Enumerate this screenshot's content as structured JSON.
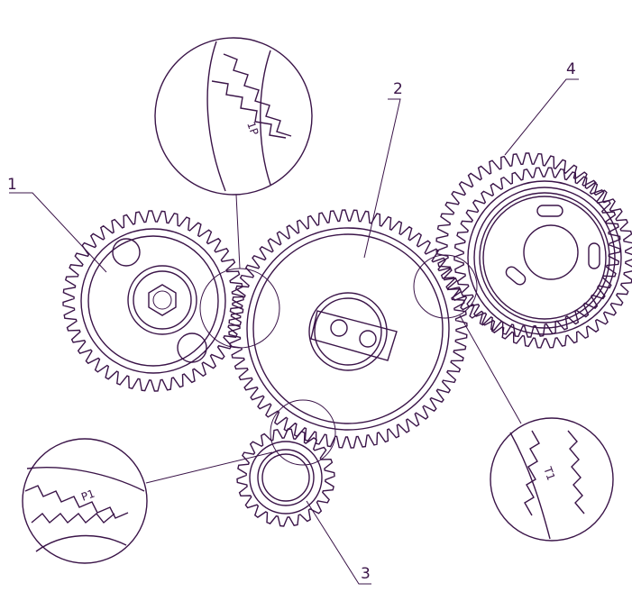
{
  "callouts": [
    {
      "id": "gear-1",
      "label": "1"
    },
    {
      "id": "gear-2",
      "label": "2"
    },
    {
      "id": "gear-3",
      "label": "3"
    },
    {
      "id": "gear-4",
      "label": "4"
    }
  ],
  "marks": {
    "detail_top": "1P",
    "detail_bottom_left": "P1",
    "detail_bottom_right": "T1"
  },
  "colors": {
    "ink": "#3a1448",
    "background": "#ffffff"
  }
}
